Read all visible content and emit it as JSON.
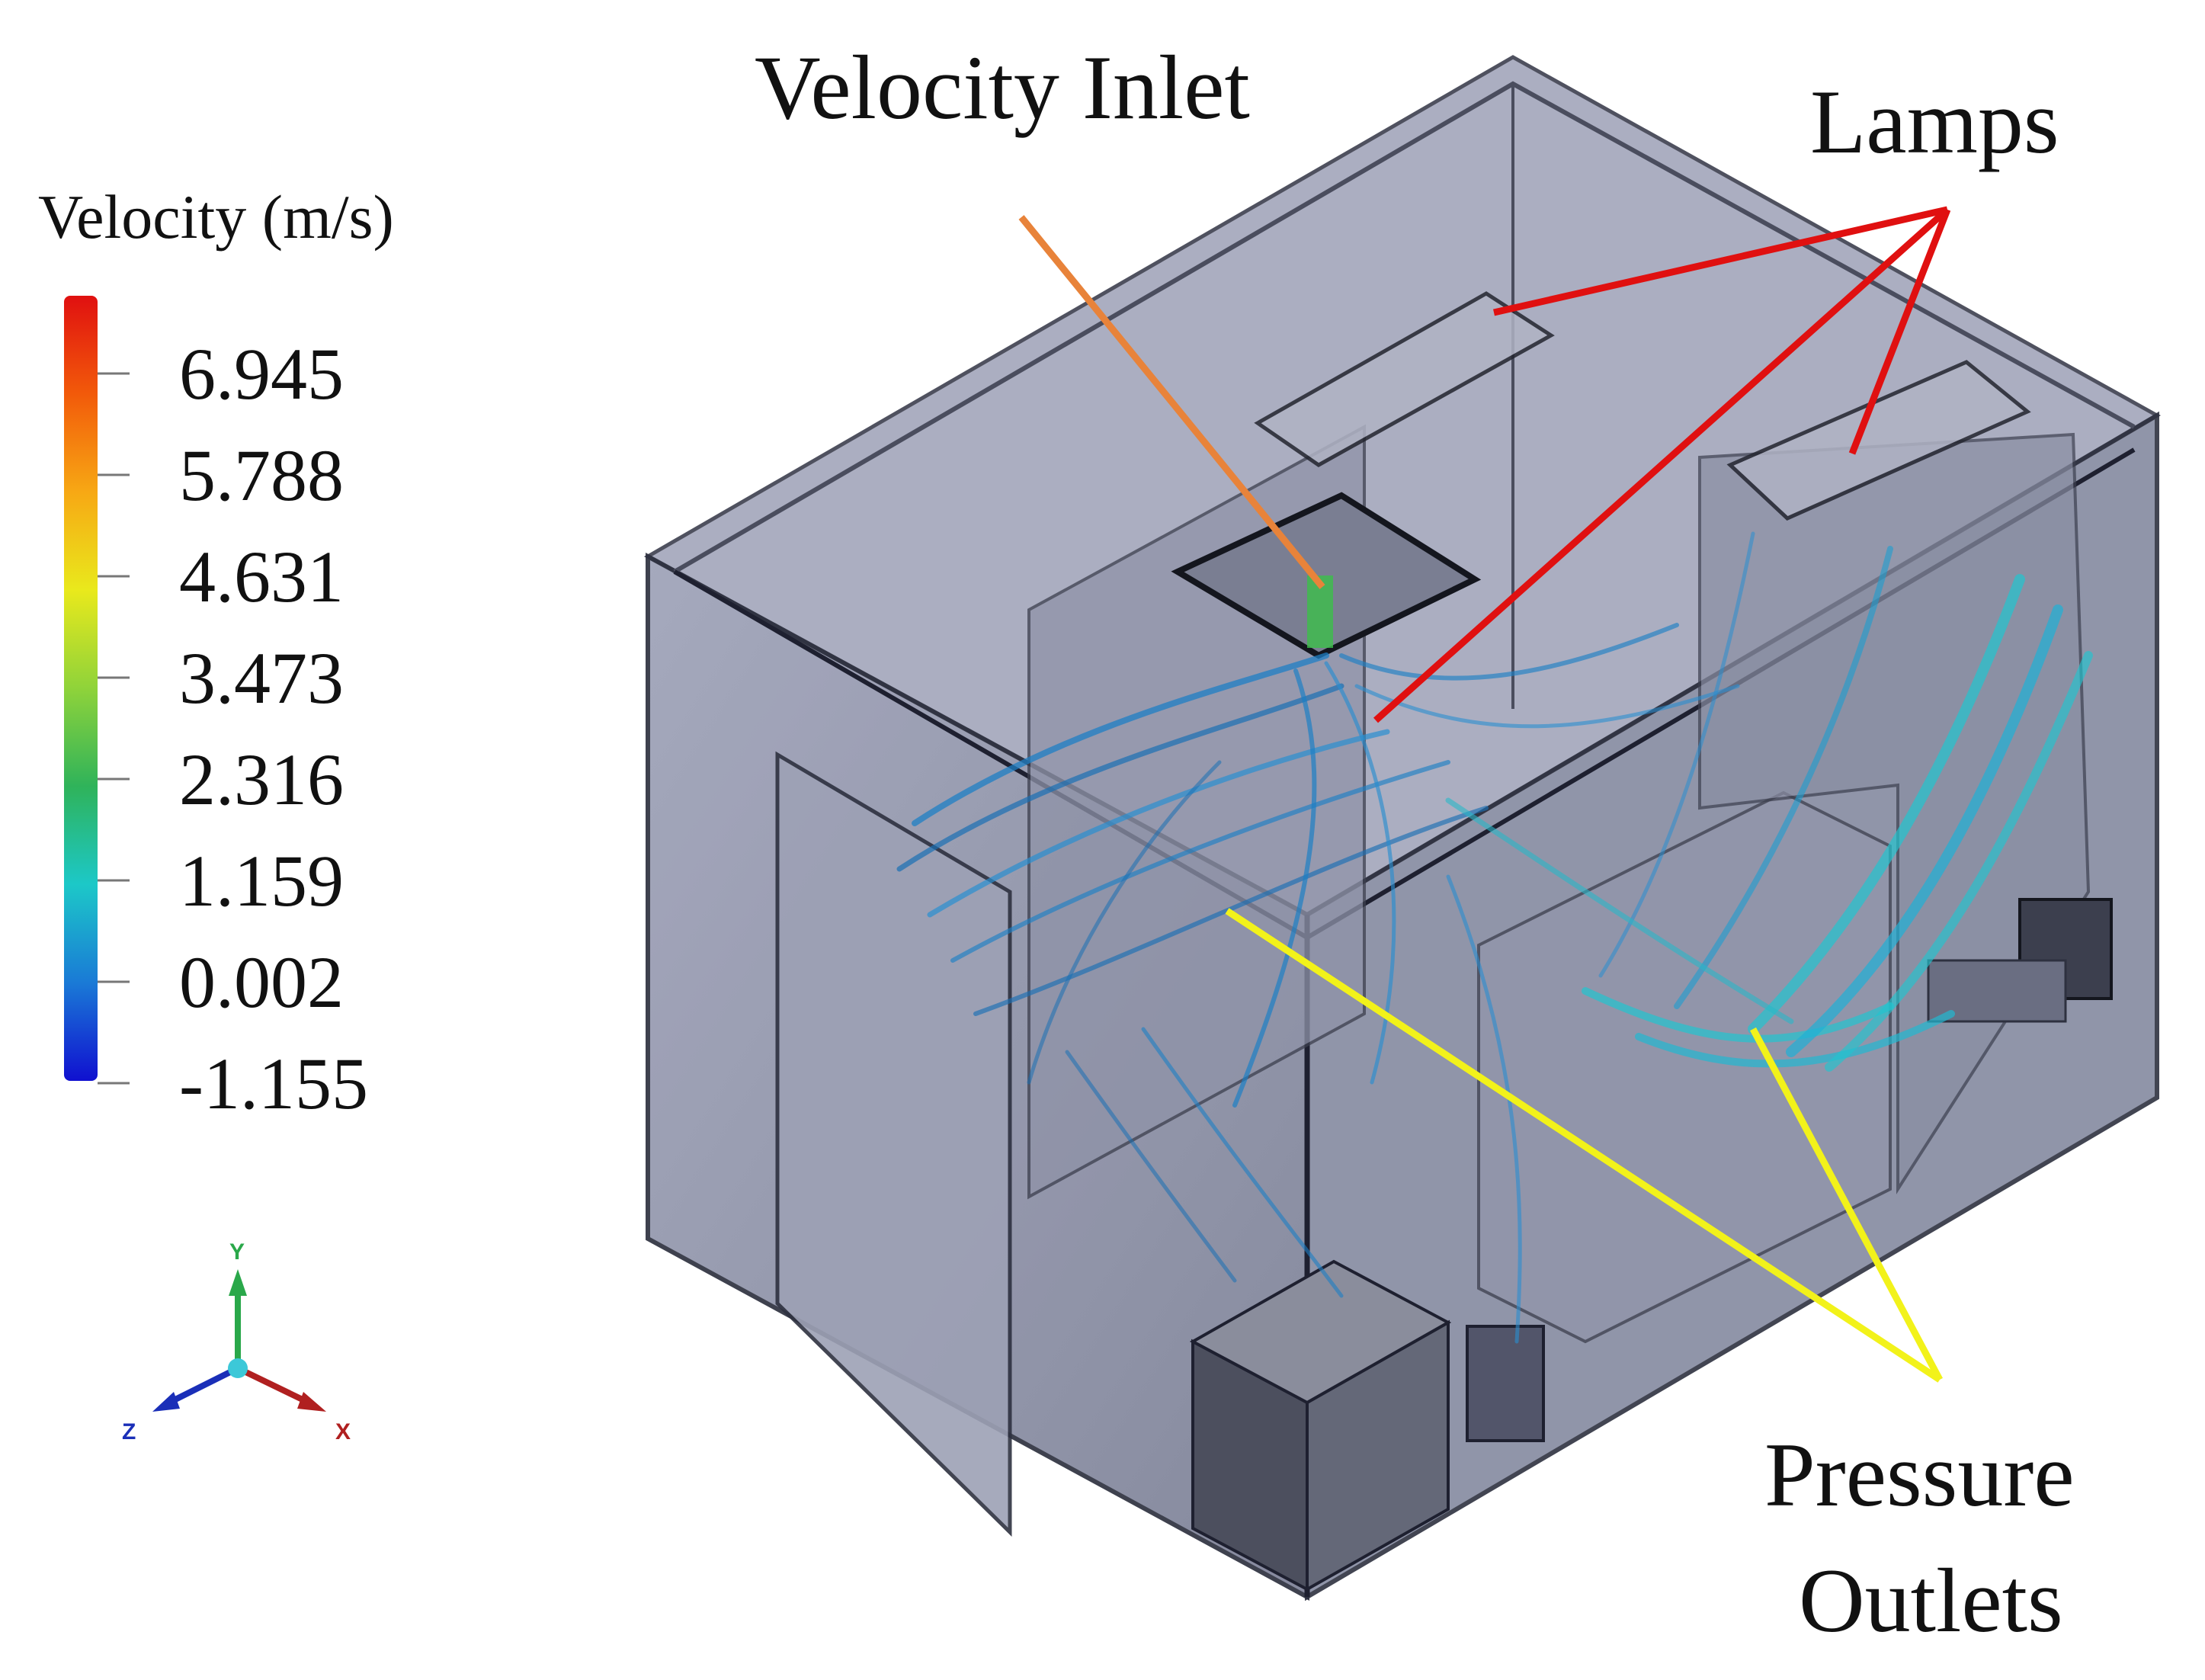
{
  "legend": {
    "title": "Velocity (m/s)",
    "ticks": [
      "6.945",
      "5.788",
      "4.631",
      "3.473",
      "2.316",
      "1.159",
      "0.002",
      "-1.155"
    ],
    "colors": [
      "#e01010",
      "#f25a0a",
      "#f7a814",
      "#e9e91c",
      "#8fd33a",
      "#2fb35a",
      "#1cc8c8",
      "#1a7ad6",
      "#1010d0"
    ]
  },
  "callouts": {
    "velocity_inlet": "Velocity Inlet",
    "lamps": "Lamps",
    "pressure_outlets_line1": "Pressure",
    "pressure_outlets_line2": "Outlets"
  },
  "triad": {
    "y": "Y",
    "z": "Z",
    "x": "X"
  },
  "colors": {
    "inlet_pointer": "#e8833a",
    "lamps_pointer": "#e01010",
    "outlets_pointer": "#f2f21a",
    "enclosure_face": "#8a8ea8",
    "streamline": "#1d7fc4",
    "streamline_fast": "#22c4cf"
  }
}
